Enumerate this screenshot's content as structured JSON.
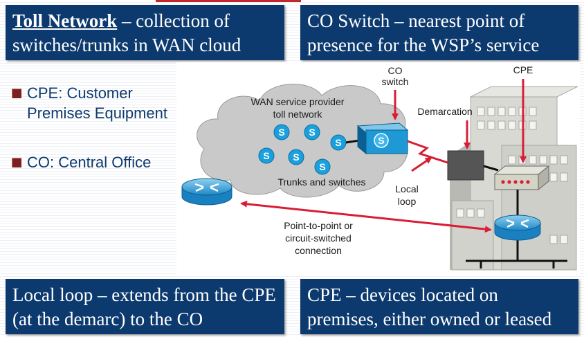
{
  "boxes": {
    "toll_network": {
      "bold": "Toll Network",
      "text": " – collection of switches/trunks in WAN cloud"
    },
    "co_switch": {
      "text": "CO Switch – nearest point of presence for the WSP’s service"
    },
    "local_loop": {
      "text": "Local loop – extends from the CPE (at the demarc) to the CO"
    },
    "cpe": {
      "text": "CPE – devices located on premises, either owned or leased"
    }
  },
  "bullets": [
    {
      "text": "CPE: Customer Premises Equipment"
    },
    {
      "text": "CO: Central Office"
    }
  ],
  "diagram": {
    "cloud_label": [
      "WAN service provider",
      "toll network"
    ],
    "trunks_label": "Trunks and switches",
    "switch_glyph": "S",
    "co_switch_label": [
      "CO",
      "switch"
    ],
    "cpe_label": "CPE",
    "demarcation_label": "Demarcation",
    "local_loop_label": [
      "Local",
      "loop"
    ],
    "connection_label": [
      "Point-to-point or",
      "circuit-switched",
      "connection"
    ],
    "colors": {
      "arrow": "#d81d35",
      "switch": "#1aa0dc",
      "cloud": "#c8c8c8",
      "building": "#d9d9d4"
    }
  }
}
